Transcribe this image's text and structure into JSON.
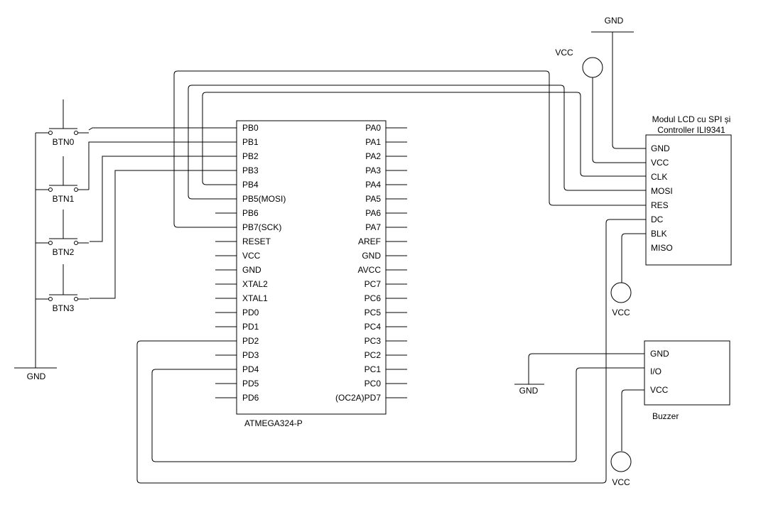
{
  "mcu": {
    "name": "ATMEGA324-P",
    "left_pins": [
      "PB0",
      "PB1",
      "PB2",
      "PB3",
      "PB4",
      "PB5(MOSI)",
      "PB6",
      "PB7(SCK)",
      "RESET",
      "VCC",
      "GND",
      "XTAL2",
      "XTAL1",
      "PD0",
      "PD1",
      "PD2",
      "PD3",
      "PD4",
      "PD5",
      "PD6"
    ],
    "right_pins": [
      "PA0",
      "PA1",
      "PA2",
      "PA3",
      "PA4",
      "PA5",
      "PA6",
      "PA7",
      "AREF",
      "GND",
      "AVCC",
      "PC7",
      "PC6",
      "PC5",
      "PC4",
      "PC3",
      "PC2",
      "PC1",
      "PC0",
      "(OC2A)PD7"
    ]
  },
  "lcd": {
    "title_line1": "Modul LCD cu SPI și",
    "title_line2": "Controller ILI9341",
    "pins": [
      "GND",
      "VCC",
      "CLK",
      "MOSI",
      "RES",
      "DC",
      "BLK",
      "MISO"
    ]
  },
  "buzzer": {
    "title": "Buzzer",
    "pins": [
      "GND",
      "I/O",
      "VCC"
    ]
  },
  "buttons": [
    "BTN0",
    "BTN1",
    "BTN2",
    "BTN3"
  ],
  "power": {
    "gnd_left": "GND",
    "gnd_top": "GND",
    "vcc_top": "VCC",
    "vcc_lcd": "VCC",
    "gnd_buzzer": "GND",
    "vcc_buzzer": "VCC"
  }
}
